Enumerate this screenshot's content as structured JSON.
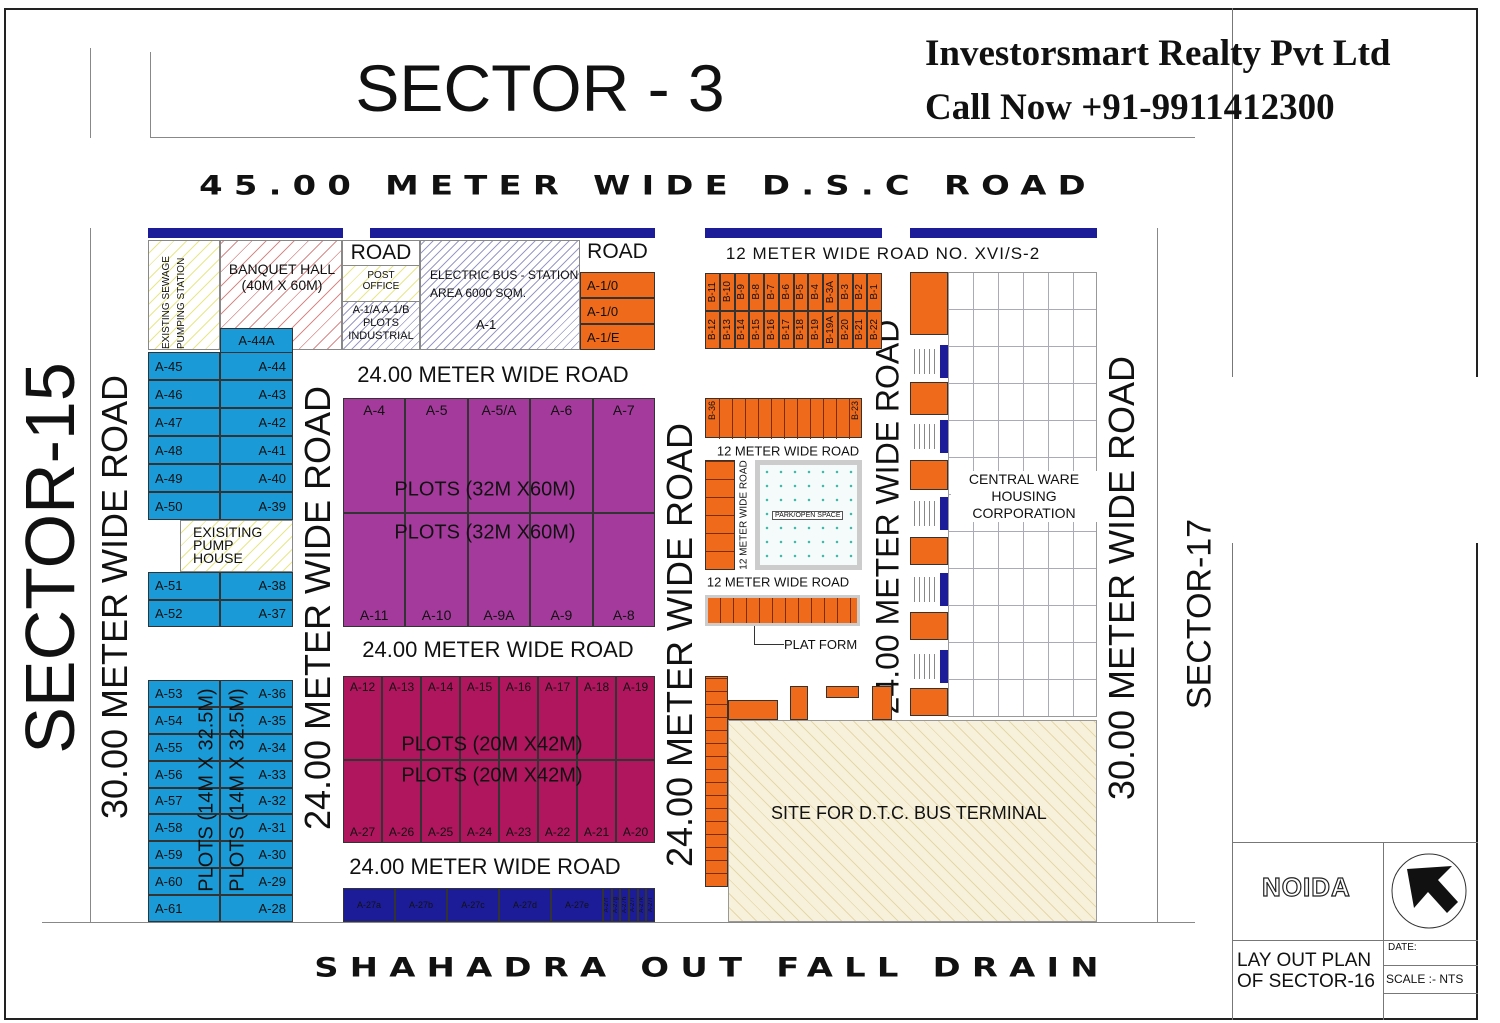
{
  "watermark": {
    "company": "Investorsmart Realty Pvt Ltd",
    "phone": "Call Now +91-9911412300"
  },
  "labels": {
    "sector3": "SECTOR - 3",
    "dsc_road": "45.00 METER WIDE D.S.C ROAD",
    "sector15": "SECTOR-15",
    "sector17": "SECTOR-17",
    "road30": "30.00 METER WIDE ROAD",
    "road24": "24.00 METER WIDE ROAD",
    "road24h": "24.00 METER  WIDE  ROAD",
    "road12_xvi": "12 METER WIDE ROAD NO. XVI/S-2",
    "road12": "12 METER WIDE ROAD",
    "road": "ROAD",
    "drain": "SHAHADRA OUT FALL DRAIN",
    "sewage": "EXISTING SEWAGE PUMPING STATION",
    "banquet": "BANQUET HALL (40M X 60M)",
    "post_office": "POST OFFICE",
    "industrial": "A-1/A A-1/B PLOTS INDUSTRIAL",
    "electric": "ELECTRIC BUS - STATION AREA 6000 SQM.",
    "a1": "A-1",
    "a1_orange": [
      "A-1/0",
      "A-1/0",
      "A-1/E"
    ],
    "pump_house": "EXISITING PUMP HOUSE",
    "park": "PARK/OPEN SPACE",
    "platform": "PLAT FORM",
    "central_ware": "CENTRAL WARE HOUSING CORPORATION",
    "dtc": "SITE FOR D.T.C. BUS TERMINAL",
    "a44a": "A-44A"
  },
  "plots": {
    "blue_upper_left": [
      "A-45",
      "A-46",
      "A-47",
      "A-48",
      "A-49",
      "A-50"
    ],
    "blue_upper_right": [
      "A-44",
      "A-43",
      "A-42",
      "A-41",
      "A-40",
      "A-39"
    ],
    "blue_mid_left": [
      "A-51",
      "A-52"
    ],
    "blue_mid_right": [
      "A-38",
      "A-37"
    ],
    "blue_lower_left": [
      "A-53",
      "A-54",
      "A-55",
      "A-56",
      "A-57",
      "A-58",
      "A-59",
      "A-60",
      "A-61"
    ],
    "blue_lower_right": [
      "A-36",
      "A-35",
      "A-34",
      "A-33",
      "A-32",
      "A-31",
      "A-30",
      "A-29",
      "A-28"
    ],
    "blue_lower_size": "PLOTS (14M X 32.5M)",
    "purple_top": [
      "A-4",
      "A-5",
      "A-5/A",
      "A-6",
      "A-7"
    ],
    "purple_bottom": [
      "A-11",
      "A-10",
      "A-9A",
      "A-9",
      "A-8"
    ],
    "purple_size": "PLOTS (32M X60M)",
    "crimson_top": [
      "A-12",
      "A-13",
      "A-14",
      "A-15",
      "A-16",
      "A-17",
      "A-18",
      "A-19"
    ],
    "crimson_bottom": [
      "A-27",
      "A-26",
      "A-25",
      "A-24",
      "A-23",
      "A-22",
      "A-21",
      "A-20"
    ],
    "crimson_size": "PLOTS (20M X42M)",
    "navy": [
      "A-27a",
      "A-27b",
      "A-27c",
      "A-27d",
      "A-27e",
      "A-27f",
      "A-27g",
      "A-27h",
      "A-27i",
      "A-27k",
      "A-27l"
    ],
    "b_top": [
      "B-11",
      "B-10",
      "B-9",
      "B-8",
      "B-7",
      "B-6",
      "B-5",
      "B-4",
      "B-3A",
      "B-3",
      "B-2",
      "B-1"
    ],
    "b_bottom": [
      "B-12",
      "B-13",
      "B-14",
      "B-15",
      "B-16",
      "B-17",
      "B-18",
      "B-19",
      "B-19A",
      "B-20",
      "B-21",
      "B-22"
    ],
    "b_row2": [
      "B-36",
      "B-23"
    ]
  },
  "title_block": {
    "authority": "NOIDA",
    "plan_title": "LAY OUT PLAN OF SECTOR-16",
    "date_label": "DATE:",
    "scale": "SCALE :- NTS"
  },
  "icons": {
    "north": "north-arrow-icon"
  },
  "colors": {
    "blue": "#1a9bd7",
    "purple": "#a43a9c",
    "crimson": "#b0165e",
    "orange": "#f06a1c",
    "navy": "#1c1c98"
  }
}
